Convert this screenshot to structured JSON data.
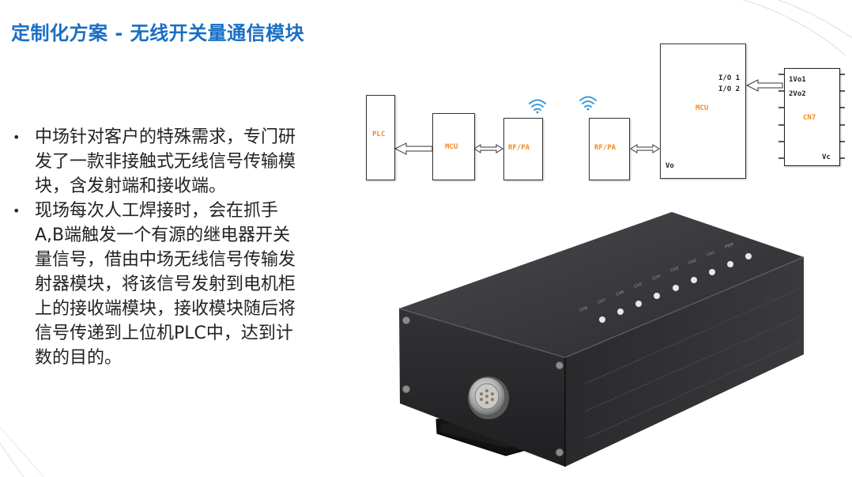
{
  "slide": {
    "title": "定制化方案 - 无线开关量通信模块",
    "bullets": [
      "中场针对客户的特殊需求，专门研发了一款非接触式无线信号传输模块，含发射端和接收端。",
      "现场每次人工焊接时，会在抓手A,B端触发一个有源的继电器开关量信号，借由中场无线信号传输发射器模块，将该信号发射到电机柜上的接收端模块，接收模块随后将信号传递到上位机PLC中，达到计数的目的。"
    ],
    "bullet_glyph": "•"
  },
  "diagram": {
    "plc": "PLC",
    "mcu_left": "MCU",
    "rfpa_left": "RF/PA",
    "rfpa_right": "RF/PA",
    "mcu_right": "MCU",
    "io1": "I/O 1",
    "io2": "I/O 2",
    "vo": "Vo",
    "cn7": "CN7",
    "vo1": "1Vo1",
    "vo2": "2Vo2",
    "vc": "Vc"
  },
  "device": {
    "channel_labels": [
      "CH8",
      "CH7",
      "CH6",
      "CH5",
      "CH4",
      "CH3",
      "CH2",
      "CH1",
      "PWR"
    ]
  },
  "colors": {
    "title": "#1a6fc4",
    "label_orange": "#f28a1e",
    "wifi": "#3a9ad9"
  }
}
